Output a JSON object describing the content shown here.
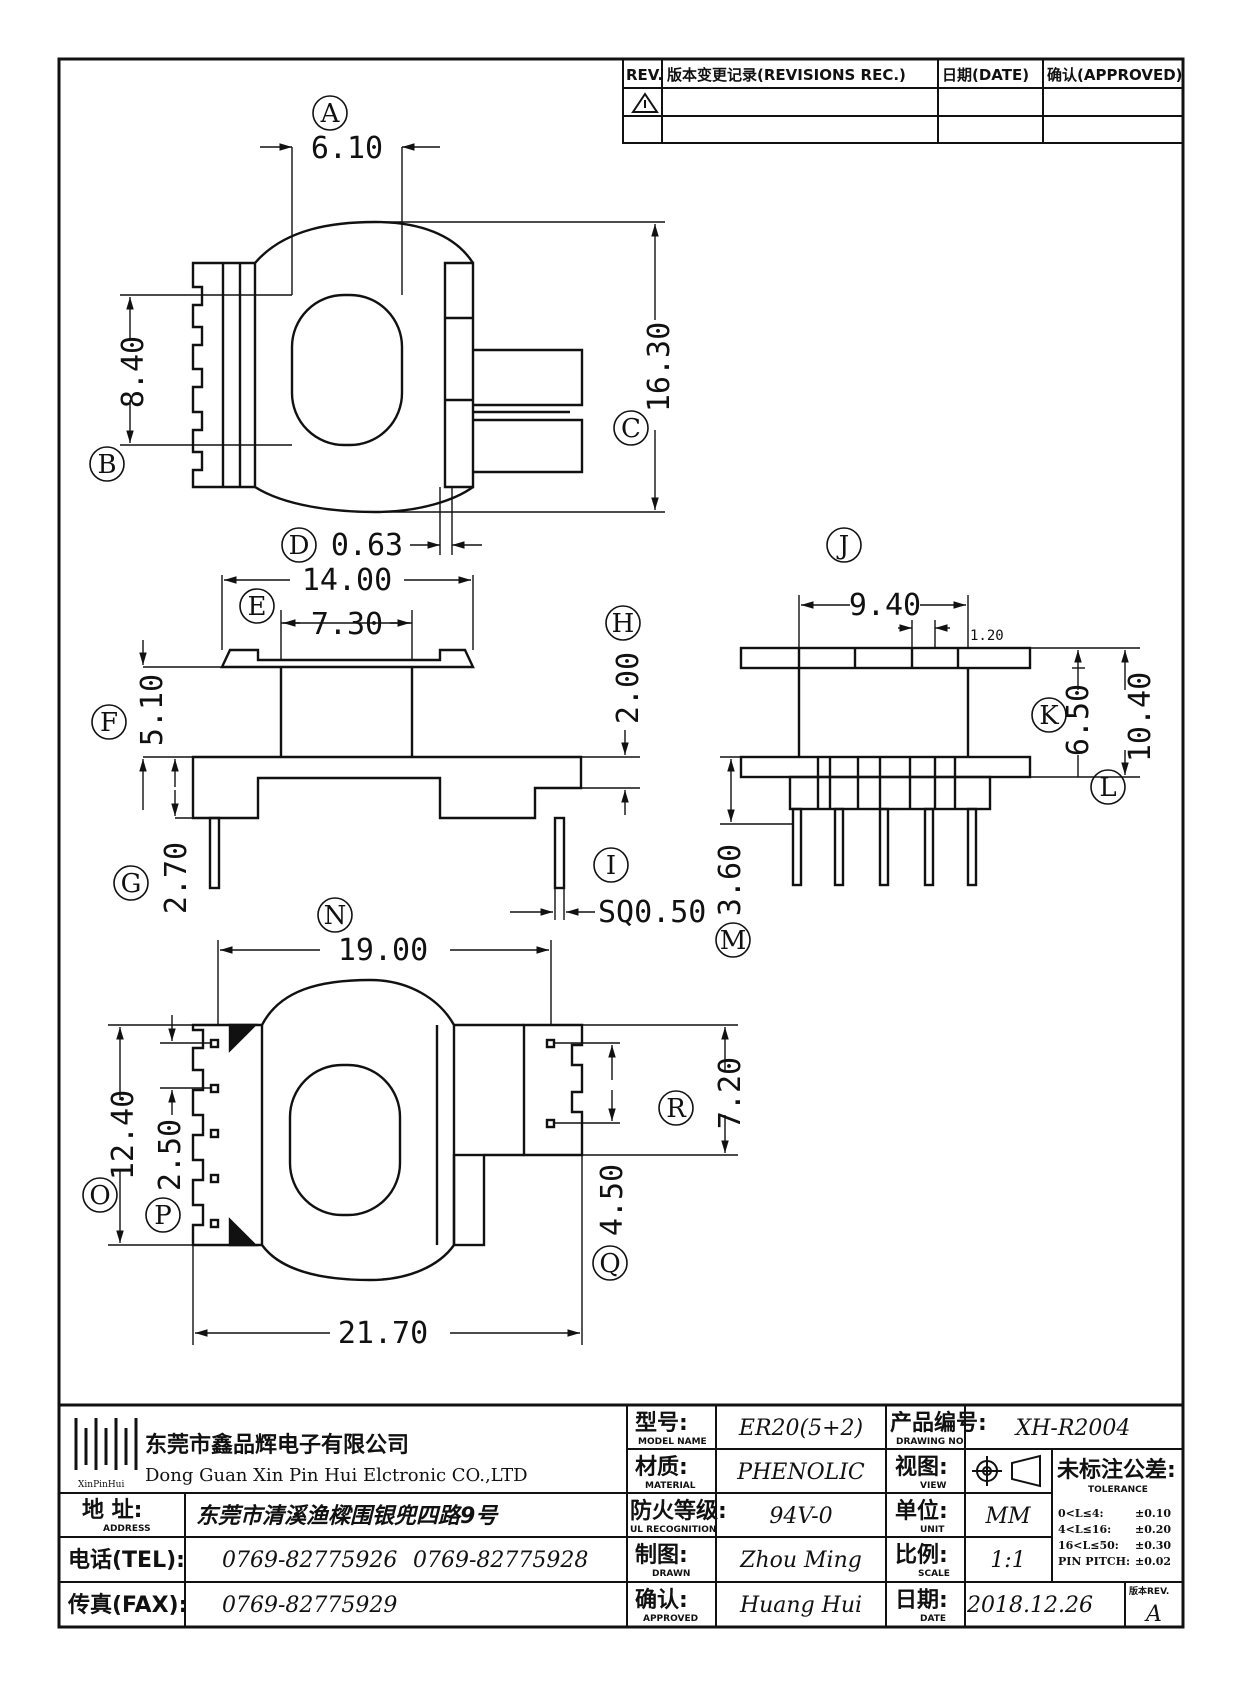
{
  "revision_block": {
    "rev_header": "REV.",
    "record_header": "版本变更记录(REVISIONS REC.)",
    "date_header": "日期(DATE)",
    "approved_header": "确认(APPROVED)"
  },
  "dimensions": {
    "A": {
      "letter": "A",
      "value": "6.10"
    },
    "B": {
      "letter": "B",
      "value": "8.40"
    },
    "C": {
      "letter": "C",
      "value": "16.30"
    },
    "D": {
      "letter": "D",
      "value": "0.63"
    },
    "top_width": {
      "value": "14.00"
    },
    "E": {
      "letter": "E",
      "value": "7.30"
    },
    "F": {
      "letter": "F",
      "value": "5.10"
    },
    "G": {
      "letter": "G",
      "value": "2.70"
    },
    "H": {
      "letter": "H",
      "value": "2.00"
    },
    "I": {
      "letter": "I",
      "value": "SQ0.50"
    },
    "J": {
      "letter": "J",
      "value": "9.40"
    },
    "pin_pitch": {
      "value": "1.20"
    },
    "K": {
      "letter": "K",
      "value": "6.50"
    },
    "L": {
      "letter": "L",
      "value": "10.40"
    },
    "M": {
      "letter": "M",
      "value": "3.60"
    },
    "N": {
      "letter": "N",
      "value": "19.00"
    },
    "O": {
      "letter": "O",
      "value": "12.40"
    },
    "P": {
      "letter": "P",
      "value": "2.50"
    },
    "Q": {
      "letter": "Q",
      "value": "4.50"
    },
    "R": {
      "letter": "R",
      "value": "7.20"
    },
    "bottom_width": {
      "value": "21.70"
    }
  },
  "title_block": {
    "company_cn": "东莞市鑫品辉电子有限公司",
    "company_en": "Dong Guan Xin Pin Hui Elctronic CO.,LTD",
    "logo_text": "XinPinHui",
    "address_label": "地  址:",
    "address_sub": "ADDRESS",
    "address_value": "东莞市清溪渔樑围银兜四路9号",
    "tel_label": "电话(TEL):",
    "tel_value_1": "0769-82775926",
    "tel_value_2": "0769-82775928",
    "fax_label": "传真(FAX):",
    "fax_value": "0769-82775929",
    "model_label": "型号:",
    "model_sub": "MODEL NAME",
    "model_value": "ER20(5+2)",
    "material_label": "材质:",
    "material_sub": "MATERIAL",
    "material_value": "PHENOLIC",
    "fire_label": "防火等级:",
    "fire_sub": "UL RECOGNITION",
    "fire_value": "94V-0",
    "drawn_label": "制图:",
    "drawn_sub": "DRAWN",
    "drawn_value": "Zhou Ming",
    "approved_label": "确认:",
    "approved_sub": "APPROVED",
    "approved_value": "Huang Hui",
    "drawing_no_label": "产品编号:",
    "drawing_no_sub": "DRAWING NO.",
    "drawing_no_value": "XH-R2004",
    "view_label": "视图:",
    "view_sub": "VIEW",
    "tolerance_label": "未标注公差:",
    "tolerance_sub": "TOLERANCE",
    "unit_label": "单位:",
    "unit_sub": "UNIT",
    "unit_value": "MM",
    "scale_label": "比例:",
    "scale_sub": "SCALE",
    "scale_value": "1:1",
    "date_label": "日期:",
    "date_sub": "DATE",
    "date_value": "2018.12.26",
    "rev_label": "版本REV.",
    "rev_value": "A",
    "tolerances": [
      {
        "range": "0<L≤4:",
        "value": "±0.10"
      },
      {
        "range": "4<L≤16:",
        "value": "±0.20"
      },
      {
        "range": "16<L≤50:",
        "value": "±0.30"
      },
      {
        "range": "PIN PITCH:",
        "value": "±0.02"
      }
    ]
  }
}
